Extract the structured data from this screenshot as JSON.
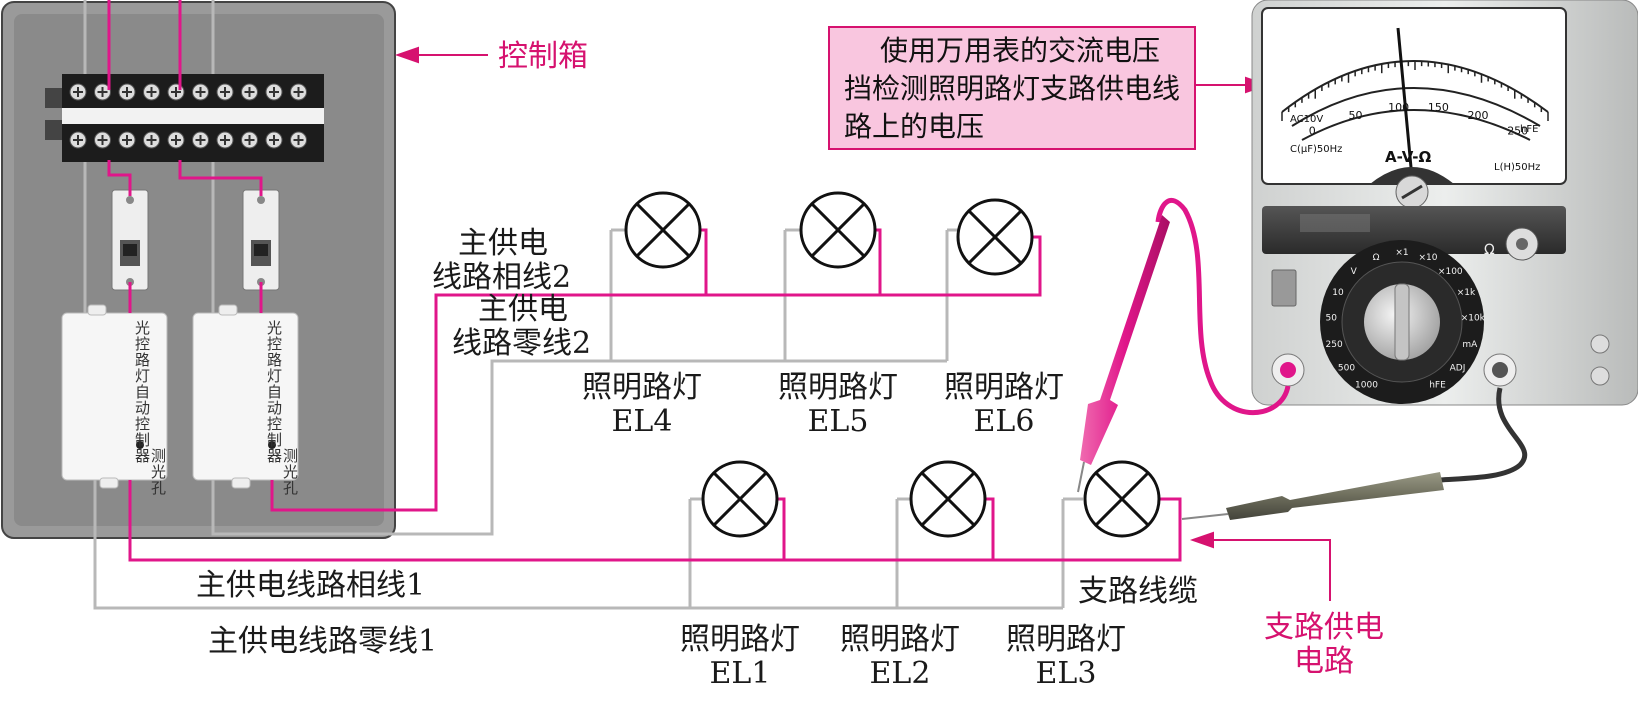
{
  "labels": {
    "control_box": "控制箱",
    "note": [
      "使用万用表的交流电压",
      "挡检测照明路灯支路供电线",
      "路上的电压"
    ],
    "main_phase2": [
      "主供电",
      "线路相线2"
    ],
    "main_neutral2": [
      "主供电",
      "线路零线2"
    ],
    "main_phase1": "主供电线路相线1",
    "main_neutral1": "主供电线路零线1",
    "branch_cable": "支路线缆",
    "branch_circuit": [
      "支路供电",
      "电路"
    ],
    "lamp_caption": "照明路灯",
    "lamps_top": [
      "EL4",
      "EL5",
      "EL6"
    ],
    "lamps_bottom": [
      "EL1",
      "EL2",
      "EL3"
    ],
    "controller_text": "光控路灯自动控制器",
    "light_hole": "测光孔"
  },
  "meter": {
    "scale_marks": [
      "0",
      "50",
      "100",
      "150",
      "200",
      "250"
    ],
    "scale_labels": [
      "AC10V",
      "C(μF)50Hz",
      "L(H)50Hz",
      "hFE"
    ],
    "mode_label": "A-V-Ω",
    "dial_marks": [
      "1000",
      "500",
      "250",
      "50",
      "10",
      "V",
      "Ω",
      "×1",
      "×10",
      "×100",
      "×1k",
      "×10k",
      "mA",
      "ADJ",
      "hFE"
    ]
  },
  "colors": {
    "phase_wire": "#e0168a",
    "neutral_wire": "#b8b8b8",
    "box_gray": "#8f8f8f",
    "note_bg": "#f9c6df",
    "arrow": "#d6126f"
  }
}
